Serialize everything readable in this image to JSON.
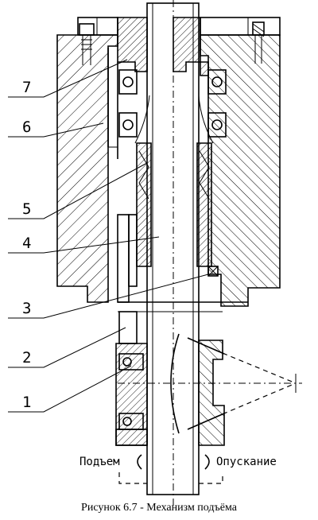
{
  "caption": "Рисунок 6.7 - Механизм подъёма",
  "callouts": [
    "7",
    "6",
    "5",
    "4",
    "3",
    "2",
    "1"
  ],
  "annotations": {
    "raise": "Подъем",
    "lower": "Опускание"
  }
}
